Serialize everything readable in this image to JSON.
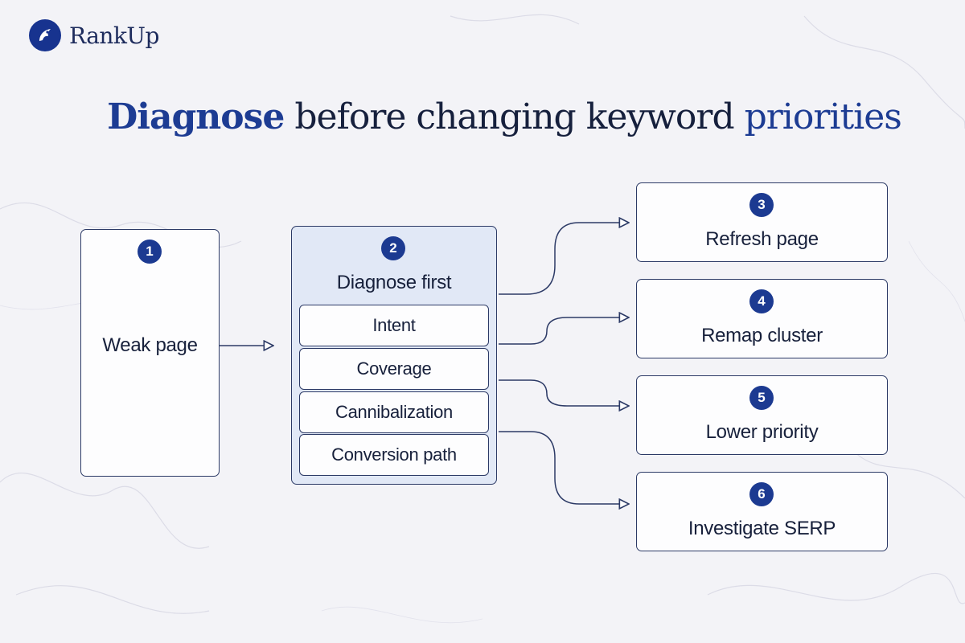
{
  "brand": {
    "name": "RankUp"
  },
  "title": {
    "part1": "Diagnose",
    "part2": " before changing keyword ",
    "part3": "priorities"
  },
  "nodes": {
    "weak_page": {
      "number": "1",
      "label": "Weak page"
    },
    "diagnose": {
      "number": "2",
      "label": "Diagnose first",
      "checks": [
        "Intent",
        "Coverage",
        "Cannibalization",
        "Conversion path"
      ]
    },
    "outcomes": [
      {
        "number": "3",
        "label": "Refresh page"
      },
      {
        "number": "4",
        "label": "Remap cluster"
      },
      {
        "number": "5",
        "label": "Lower priority"
      },
      {
        "number": "6",
        "label": "Investigate SERP"
      }
    ]
  },
  "colors": {
    "accent": "#1c3a91",
    "border": "#2c3a66",
    "diagnose_fill": "#e1e8f6",
    "text": "#17203b"
  }
}
